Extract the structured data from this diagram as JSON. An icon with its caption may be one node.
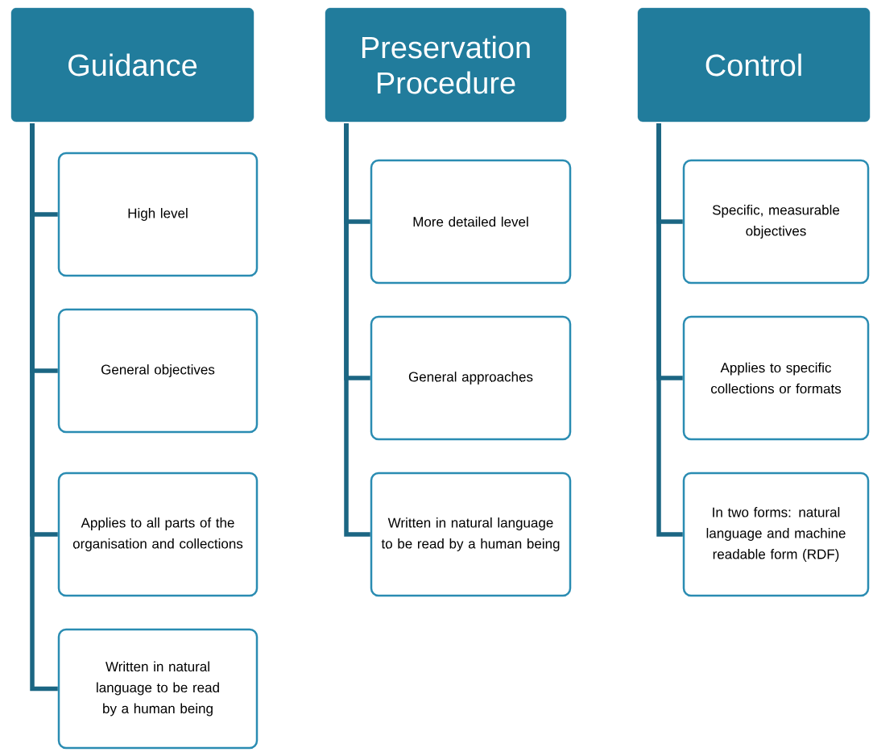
{
  "diagram": {
    "nodes": [
      {
        "text": [
          "Guidance"
        ]
      },
      {
        "text": [
          "High level"
        ]
      },
      {
        "text": [
          "General objectives"
        ]
      },
      {
        "text": [
          "Applies to all parts of the organisation and collections"
        ]
      },
      {
        "text": [
          "Written in natural language to be read by a human being"
        ]
      },
      {
        "text": [
          "Preservation Procedure"
        ]
      },
      {
        "text": [
          "More detailed level"
        ]
      },
      {
        "text": [
          "General approaches"
        ]
      },
      {
        "text": [
          "Written in natural language to be read by a human being"
        ]
      },
      {
        "text": [
          "Control"
        ]
      },
      {
        "text": [
          "Specific, measurable objectives"
        ]
      },
      {
        "text": [
          "Applies to specific collections or formats"
        ]
      },
      {
        "text": [
          "In two forms: natural language and machine readable form (RDF)"
        ]
      }
    ],
    "edges": [
      {
        "from": 0,
        "to": 1,
        "arrow": "none"
      },
      {
        "from": 0,
        "to": 2,
        "arrow": "none"
      },
      {
        "from": 0,
        "to": 3,
        "arrow": "none"
      },
      {
        "from": 0,
        "to": 4,
        "arrow": "none"
      },
      {
        "from": 5,
        "to": 6,
        "arrow": "none"
      },
      {
        "from": 5,
        "to": 7,
        "arrow": "none"
      },
      {
        "from": 5,
        "to": 8,
        "arrow": "none"
      },
      {
        "from": 9,
        "to": 10,
        "arrow": "none"
      },
      {
        "from": 9,
        "to": 11,
        "arrow": "none"
      },
      {
        "from": 9,
        "to": 12,
        "arrow": "none"
      }
    ]
  }
}
